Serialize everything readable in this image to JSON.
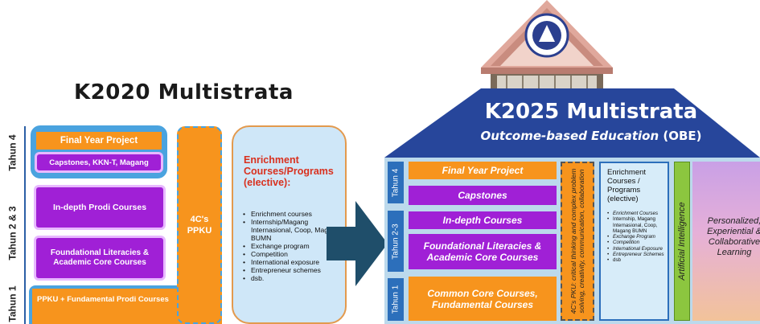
{
  "left": {
    "title": "K2020 Multistrata",
    "tahun": [
      "Tahun 4",
      "Tahun 2 & 3",
      "Tahun 1"
    ],
    "boxes": {
      "final_year": "Final Year Project",
      "capstones": "Capstones, KKN-T, Magang",
      "indepth": "In-depth Prodi  Courses",
      "foundational": "Foundational Literacies & Academic Core Courses",
      "ppku": "PPKU + Fundamental Prodi Courses",
      "ppku_4c": "4C's PPKU"
    },
    "enrichment": {
      "title": "Enrichment Courses/Programs (elective):",
      "items": [
        "Enrichment courses",
        "Internship/Magang Internasional, Coop, Magang BUMN",
        "Exchange program",
        "Competition",
        "International exposure",
        "Entrepreneur schemes",
        "dsb."
      ]
    }
  },
  "right": {
    "title": "K2025 Multistrata",
    "subtitle_italic": "Outcome-based Education",
    "subtitle_abbr": "(OBE)",
    "tahun": [
      "Tahun 4",
      "Tahun 2-3",
      "Tahun 1"
    ],
    "boxes": {
      "final_year": "Final Year Project",
      "capstones": "Capstones",
      "indepth": "In-depth Courses",
      "foundational": "Foundational Literacies & Academic Core Courses",
      "common": "Common Core Courses, Fundamental Courses"
    },
    "ppku_4c": "4C's PKU: critical thinking and complex problem solving, creativity, communication, collaboration",
    "enrichment": {
      "title": "Enrichment Courses / Programs (elective)",
      "items": [
        "Enrichment Courses",
        "Internship, Magang Internasional, Coop, Magang BUMN",
        "Exchange Program",
        "Competition",
        "International Exposure",
        "Entrepreneur Schemes",
        "dsb"
      ]
    },
    "ai": "Artificial Intelligence",
    "personalized": "Personalized, Experiential & Collaborative Learning"
  },
  "colors": {
    "orange": "#f7941d",
    "purple": "#a020d6",
    "blue_bracket": "#4aa3df",
    "navy_band": "#27469b",
    "green": "#8cc63f",
    "red_title": "#d9301e",
    "arrow": "#1f4e6a"
  }
}
